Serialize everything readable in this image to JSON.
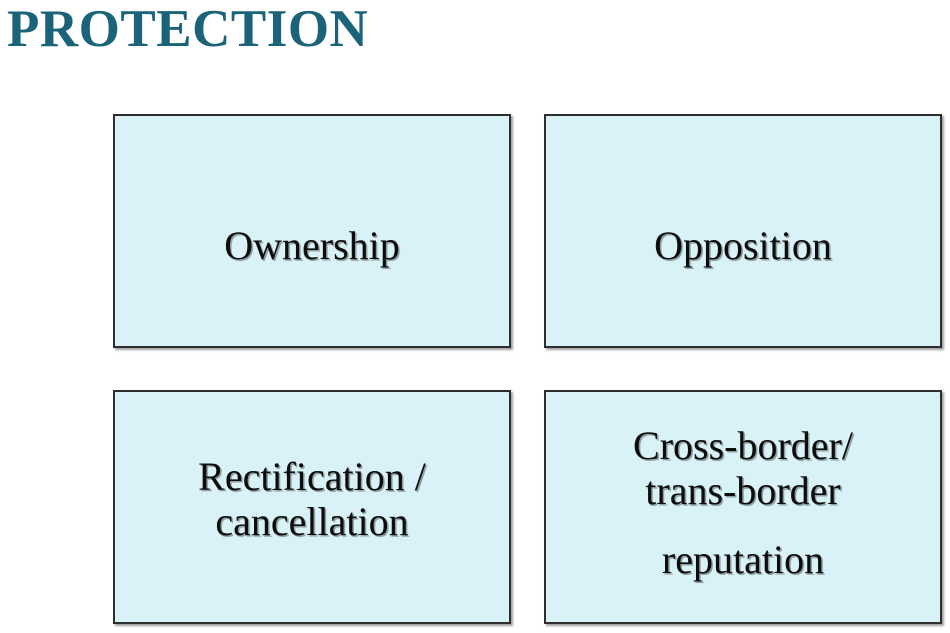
{
  "slide": {
    "title": "PROTECTION",
    "title_color": "#1a6379",
    "background_color": "#ffffff"
  },
  "theme": {
    "box_fill": "#d9f2f7",
    "box_border": "#2e2e2e",
    "box_text_color": "#0d0d0d"
  },
  "boxes": [
    {
      "id": "ownership",
      "label": "Ownership",
      "row": 1,
      "column": 1
    },
    {
      "id": "opposition",
      "label": "Opposition",
      "row": 1,
      "column": 2
    },
    {
      "id": "rectification",
      "label": "Rectification /\ncancellation",
      "row": 2,
      "column": 1
    },
    {
      "id": "cross-border",
      "label_line_1": "Cross-border/\ntrans-border",
      "label_line_2": "reputation",
      "row": 2,
      "column": 2
    }
  ]
}
